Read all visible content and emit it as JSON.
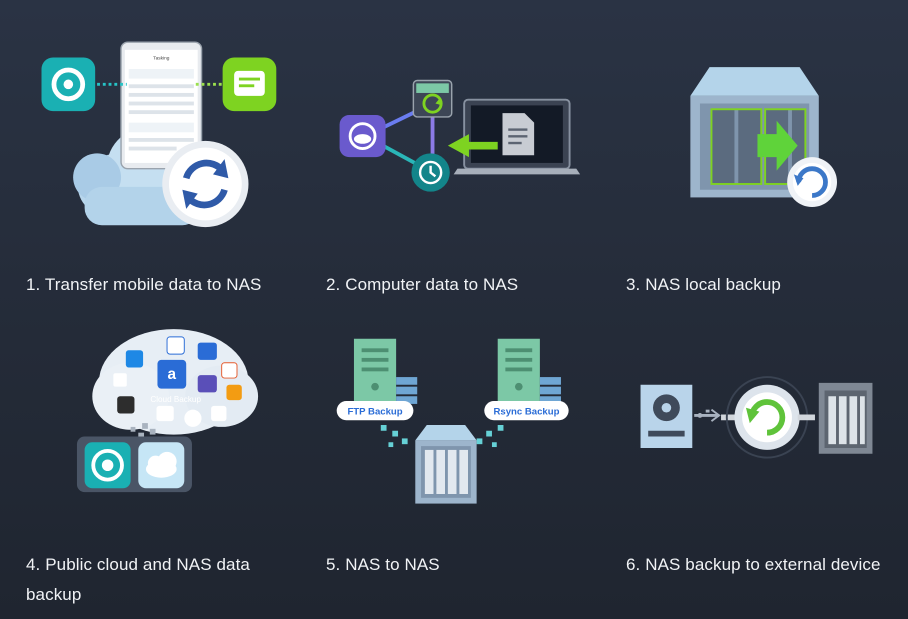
{
  "scenarios": [
    {
      "caption": "1. Transfer mobile data to NAS"
    },
    {
      "caption": "2. Computer data to NAS"
    },
    {
      "caption": "3. NAS local backup"
    },
    {
      "caption": "4. Public cloud and NAS data backup"
    },
    {
      "caption": "5. NAS to NAS"
    },
    {
      "caption": "6. NAS backup to external device"
    }
  ],
  "labels": {
    "cloud_backup": "Cloud Backup",
    "ftp_backup": "FTP Backup",
    "rsync_backup": "Rsync Backup",
    "phone_title": "Tasking"
  },
  "colors": {
    "accent_green": "#7ed321",
    "teal": "#1ab0b3",
    "cloud_blue": "#b9d9ee",
    "server_green": "#7cc8a6",
    "purple": "#6a5acd"
  }
}
